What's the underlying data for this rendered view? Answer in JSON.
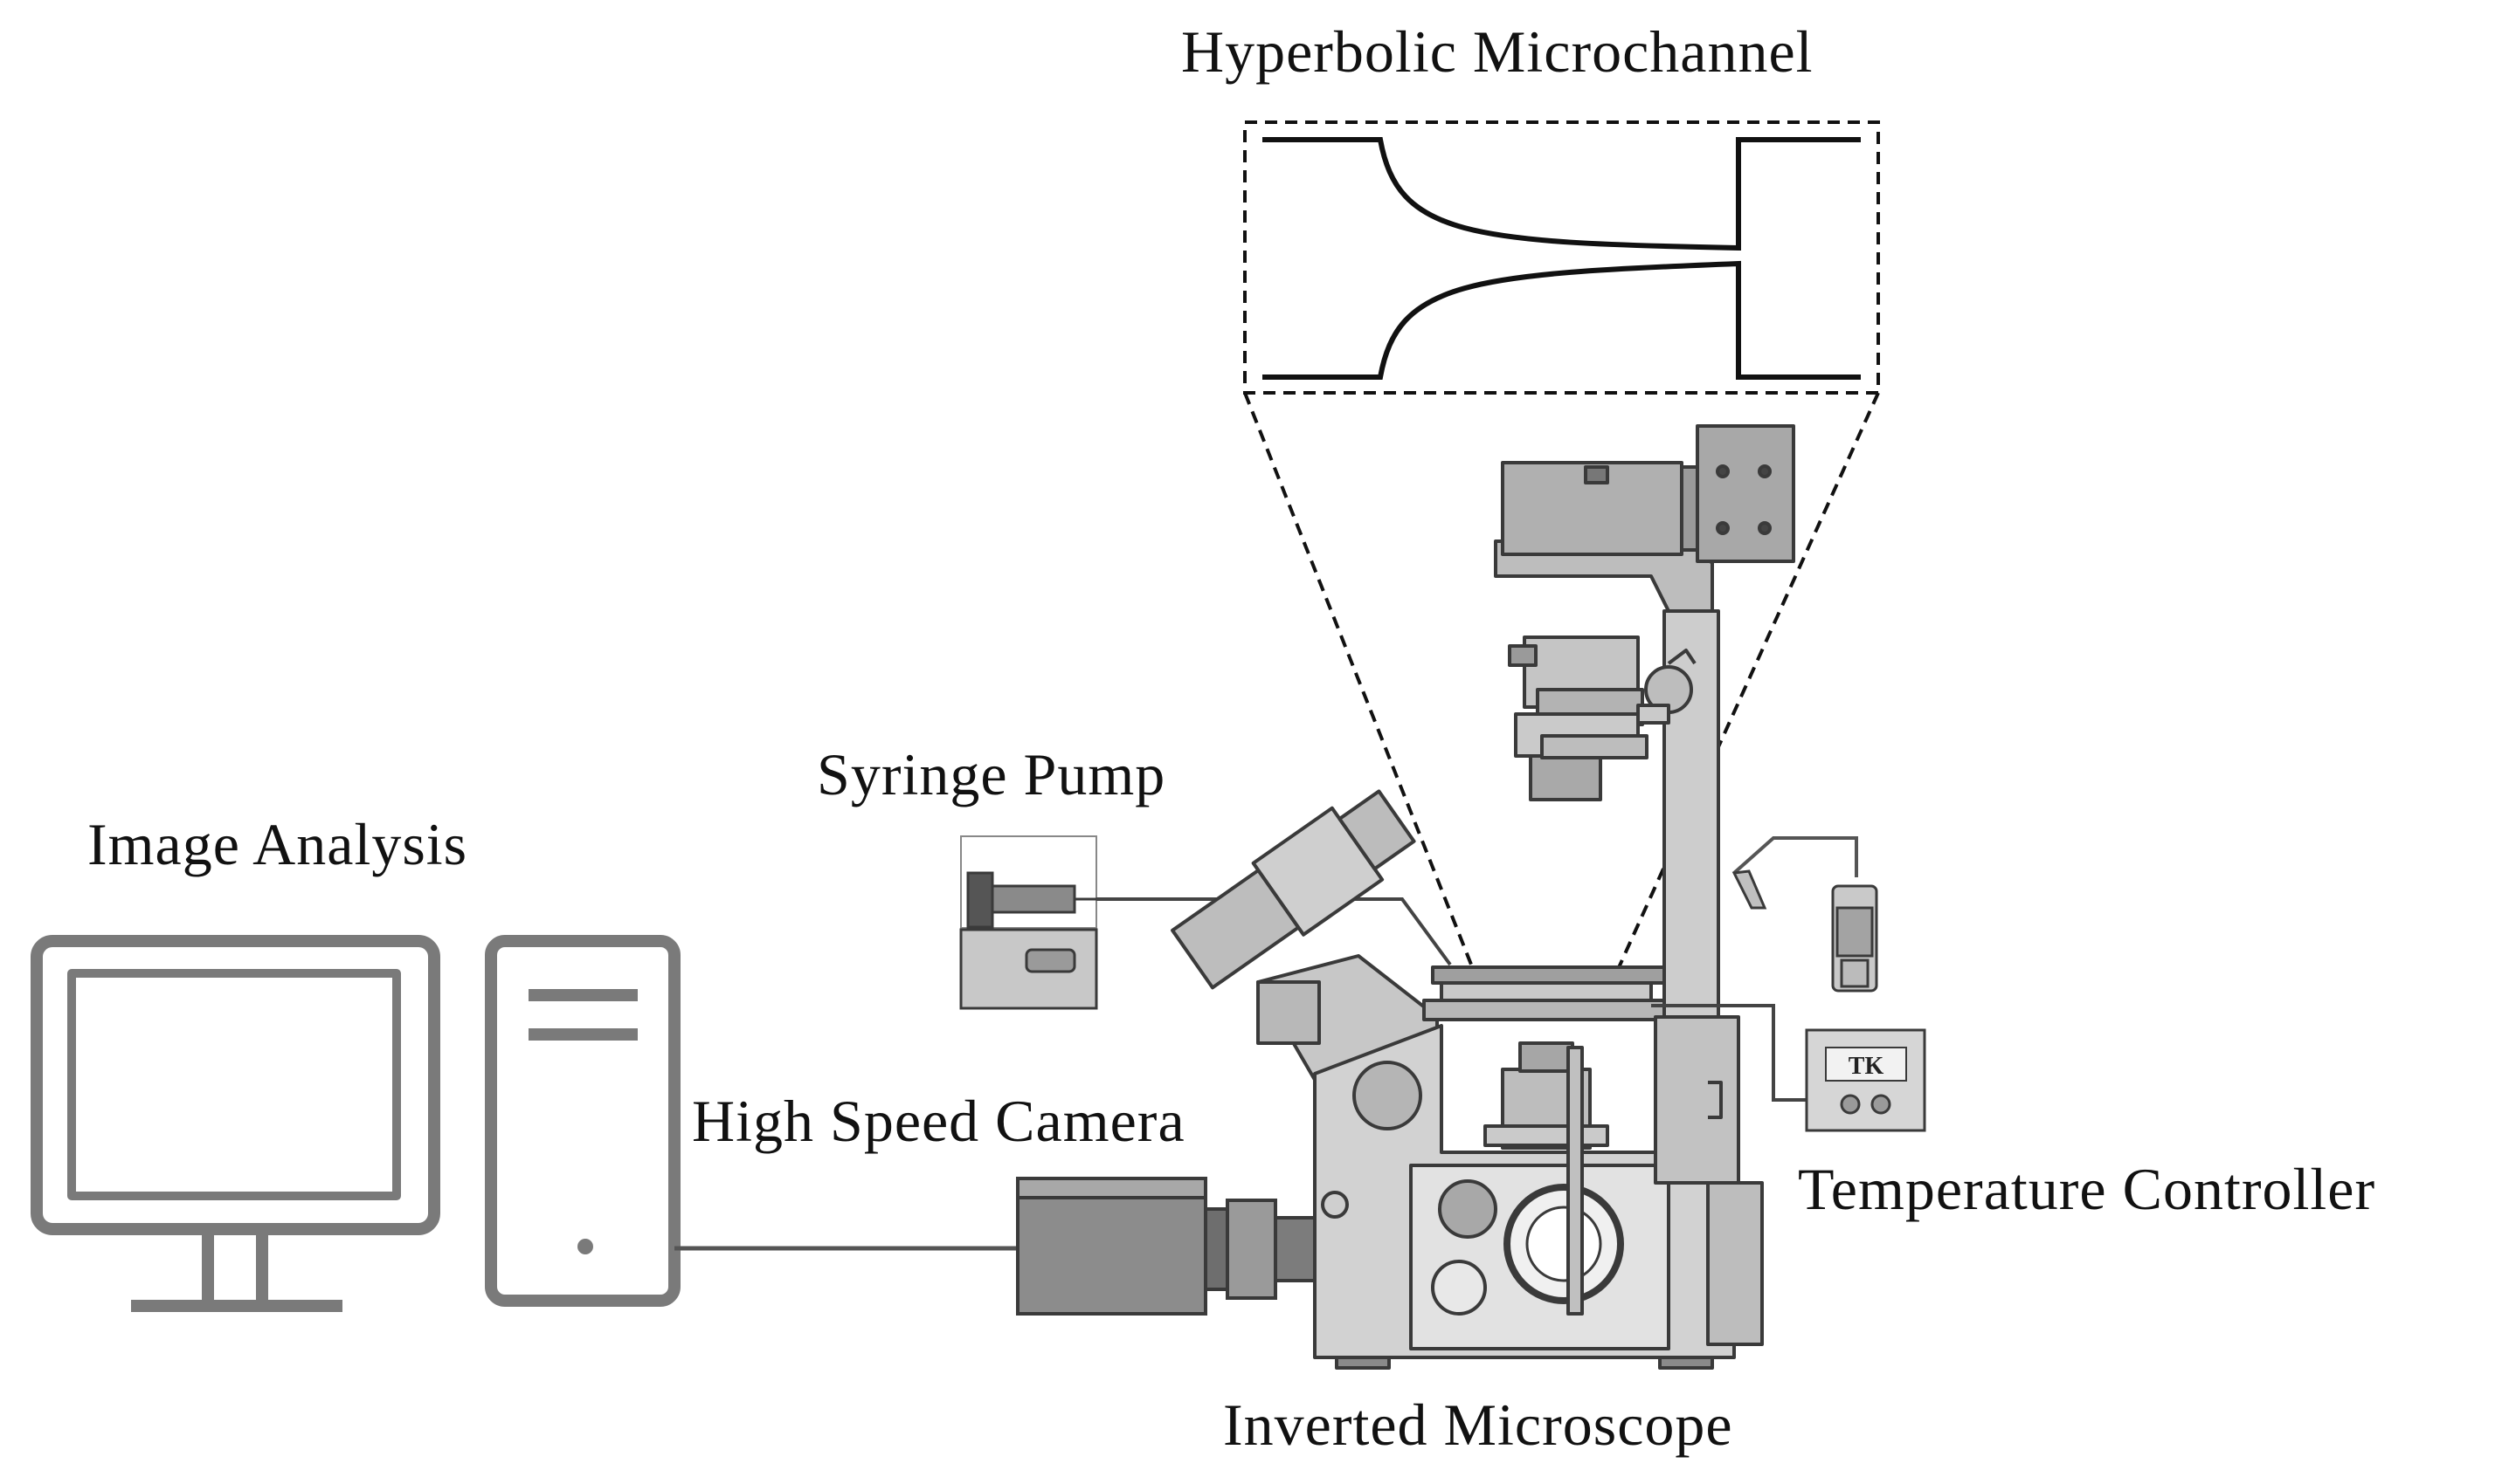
{
  "labels": {
    "hyperbolic_microchannel": "Hyperbolic Microchannel",
    "syringe_pump": "Syringe Pump",
    "image_analysis": "Image Analysis",
    "high_speed_camera": "High Speed Camera",
    "temperature_controller": "Temperature Controller",
    "inverted_microscope": "Inverted Microscope"
  },
  "controller_display": "TK",
  "colors": {
    "ink": "#111111",
    "computer_gray": "#7a7a7a",
    "microscope_body": "#d2d2d2",
    "microscope_dark": "#8c8c8c",
    "microscope_outline": "#3a3a3a"
  }
}
